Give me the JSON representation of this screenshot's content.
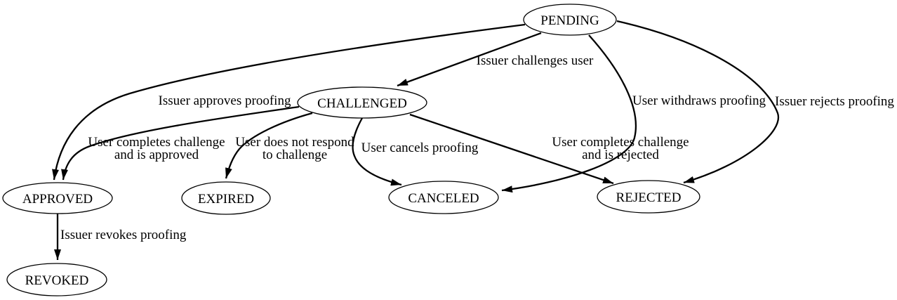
{
  "diagram": {
    "type": "state-transition-graph",
    "colors": {
      "background": "#ffffff",
      "stroke": "#000000",
      "text": "#000000"
    }
  },
  "nodes": [
    {
      "id": "pending",
      "label": "PENDING"
    },
    {
      "id": "challenged",
      "label": "CHALLENGED"
    },
    {
      "id": "approved",
      "label": "APPROVED"
    },
    {
      "id": "expired",
      "label": "EXPIRED"
    },
    {
      "id": "canceled",
      "label": "CANCELED"
    },
    {
      "id": "rejected",
      "label": "REJECTED"
    },
    {
      "id": "revoked",
      "label": "REVOKED"
    }
  ],
  "edges": [
    {
      "from": "PENDING",
      "to": "CHALLENGED",
      "label_lines": [
        "Issuer challenges user"
      ]
    },
    {
      "from": "PENDING",
      "to": "APPROVED",
      "label_lines": [
        "Issuer approves proofing"
      ]
    },
    {
      "from": "CHALLENGED",
      "to": "APPROVED",
      "label_lines": [
        "User completes challenge",
        "and is approved"
      ]
    },
    {
      "from": "CHALLENGED",
      "to": "EXPIRED",
      "label_lines": [
        "User does not respond",
        "to challenge"
      ]
    },
    {
      "from": "CHALLENGED",
      "to": "CANCELED",
      "label_lines": [
        "User cancels proofing"
      ]
    },
    {
      "from": "CHALLENGED",
      "to": "REJECTED",
      "label_lines": [
        "User completes challenge",
        "and is rejected"
      ]
    },
    {
      "from": "PENDING",
      "to": "CANCELED",
      "label_lines": [
        "User withdraws proofing"
      ]
    },
    {
      "from": "PENDING",
      "to": "REJECTED",
      "label_lines": [
        "Issuer rejects proofing"
      ]
    },
    {
      "from": "APPROVED",
      "to": "REVOKED",
      "label_lines": [
        "Issuer revokes proofing"
      ]
    }
  ]
}
